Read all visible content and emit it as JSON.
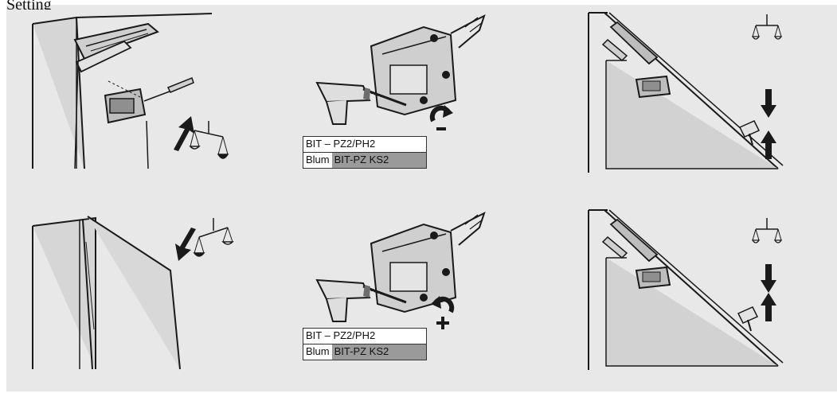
{
  "heading_text": "Setting",
  "steps": [
    {
      "id": "step-1",
      "type": "lift-up-increase",
      "icons": [
        "up-arrow-icon",
        "scales-icon"
      ]
    },
    {
      "id": "step-2",
      "type": "screwdriver-decrease",
      "icons": [
        "rotate-minus-icon"
      ],
      "bit_label": {
        "line1": "BIT – PZ2/PH2",
        "brand": "Blum",
        "code": "BIT-PZ KS2"
      }
    },
    {
      "id": "step-3",
      "type": "flap-balance",
      "icons": [
        "scales-icon",
        "down-arrow-icon",
        "up-arrow-icon"
      ]
    },
    {
      "id": "step-4",
      "type": "lift-down-decrease",
      "icons": [
        "down-arrow-icon",
        "scales-icon"
      ]
    },
    {
      "id": "step-5",
      "type": "screwdriver-increase",
      "icons": [
        "rotate-plus-icon"
      ],
      "bit_label": {
        "line1": "BIT – PZ2/PH2",
        "brand": "Blum",
        "code": "BIT-PZ KS2"
      }
    },
    {
      "id": "step-6",
      "type": "flap-balance",
      "icons": [
        "scales-icon",
        "down-arrow-icon",
        "up-arrow-icon"
      ]
    }
  ],
  "colors": {
    "panel": "#e8e8e8",
    "line": "#1a1a1a",
    "shade": "#9a9a9a",
    "fill": "#d4d4d4"
  }
}
